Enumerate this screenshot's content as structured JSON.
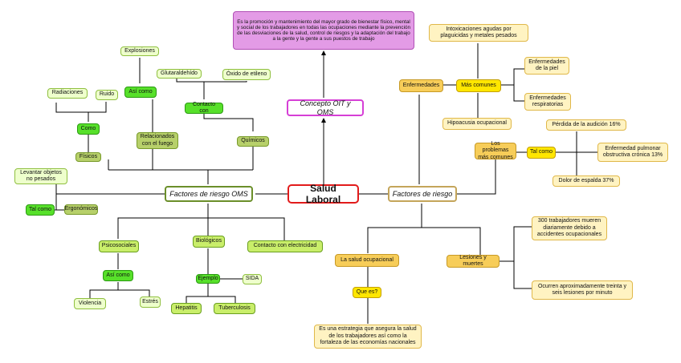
{
  "center": "Salud Laboral",
  "concepto": {
    "title": "Concepto OIT y OMS",
    "definition": "Es la promoción y mantenimiento del mayor grado de bienestar físico, mental y social de los trabajadores en todas las ocupaciones mediante la prevención de las desviaciones de la salud, control de riesgos y la adaptación del trabajo a la gente y la gente a sus puestos de trabajo"
  },
  "oms": {
    "title": "Factores de riesgo OMS",
    "fisicos": "Físicos",
    "como": "Como",
    "radiaciones": "Radiaciones",
    "ruido": "Ruido",
    "asi_como": "Así como",
    "explosiones": "Explosiones",
    "relacionados": "Relacionados con el fuego",
    "quimicos": "Químicos",
    "contacto_con": "Contacto con",
    "glutaraldehido": "Glutaraldehído",
    "oxido": "Óxido de etileno",
    "ergonomicos": "Ergonómicos",
    "tal_como": "Tal como",
    "levantar": "Levantar objetos no pesados",
    "psicosociales": "Psicosociales",
    "asi_como_2": "Así como",
    "violencia": "Violencia",
    "estres": "Estrés",
    "biologicos": "Biológicos",
    "ejemplo": "Ejemplo",
    "sida": "SIDA",
    "hepatitis": "Hepatitis",
    "tuberculosis": "Tuberculosis",
    "electricidad": "Contacto con electricidad"
  },
  "riesgo": {
    "title": "Factores de riesgo",
    "enfermedades": "Enfermedades",
    "mas_comunes": "Más comunes",
    "intoxicaciones": "Intoxicaciones agudas por plaguicidas y metales pesados",
    "piel": "Enfermedades de la piel",
    "respiratorias": "Enfermedades respiratorias",
    "hipoacusia": "Hipoacusia ocupacional",
    "problemas": "Los problemas más comunes",
    "tal_como": "Tal como",
    "audicion": "Pérdida de la audición 16%",
    "epoc": "Enfermedad pulmonar obstructiva crónica 13%",
    "espalda": "Dolor de espalda 37%",
    "salud_ocupacional": "La salud ocupacional",
    "que_es": "Que es?",
    "estrategia": "Es una estrategia que asegura la salud de los trabajadores así como la fortaleza de las economías nacionales",
    "lesiones": "Lesiones y muertes",
    "trabajadores": "300 trabajadores mueren diariamente debido a accidentes ocupacionales",
    "ocurren": "Ocurren aproximadamente treinta y seis lesiones por minuto"
  },
  "colors": {
    "center_border": "#e21b1b",
    "oms_border": "#6b8f2a",
    "riesgo_border": "#c4a55a",
    "concepto_border": "#d63fd6",
    "connector": "#000000"
  }
}
